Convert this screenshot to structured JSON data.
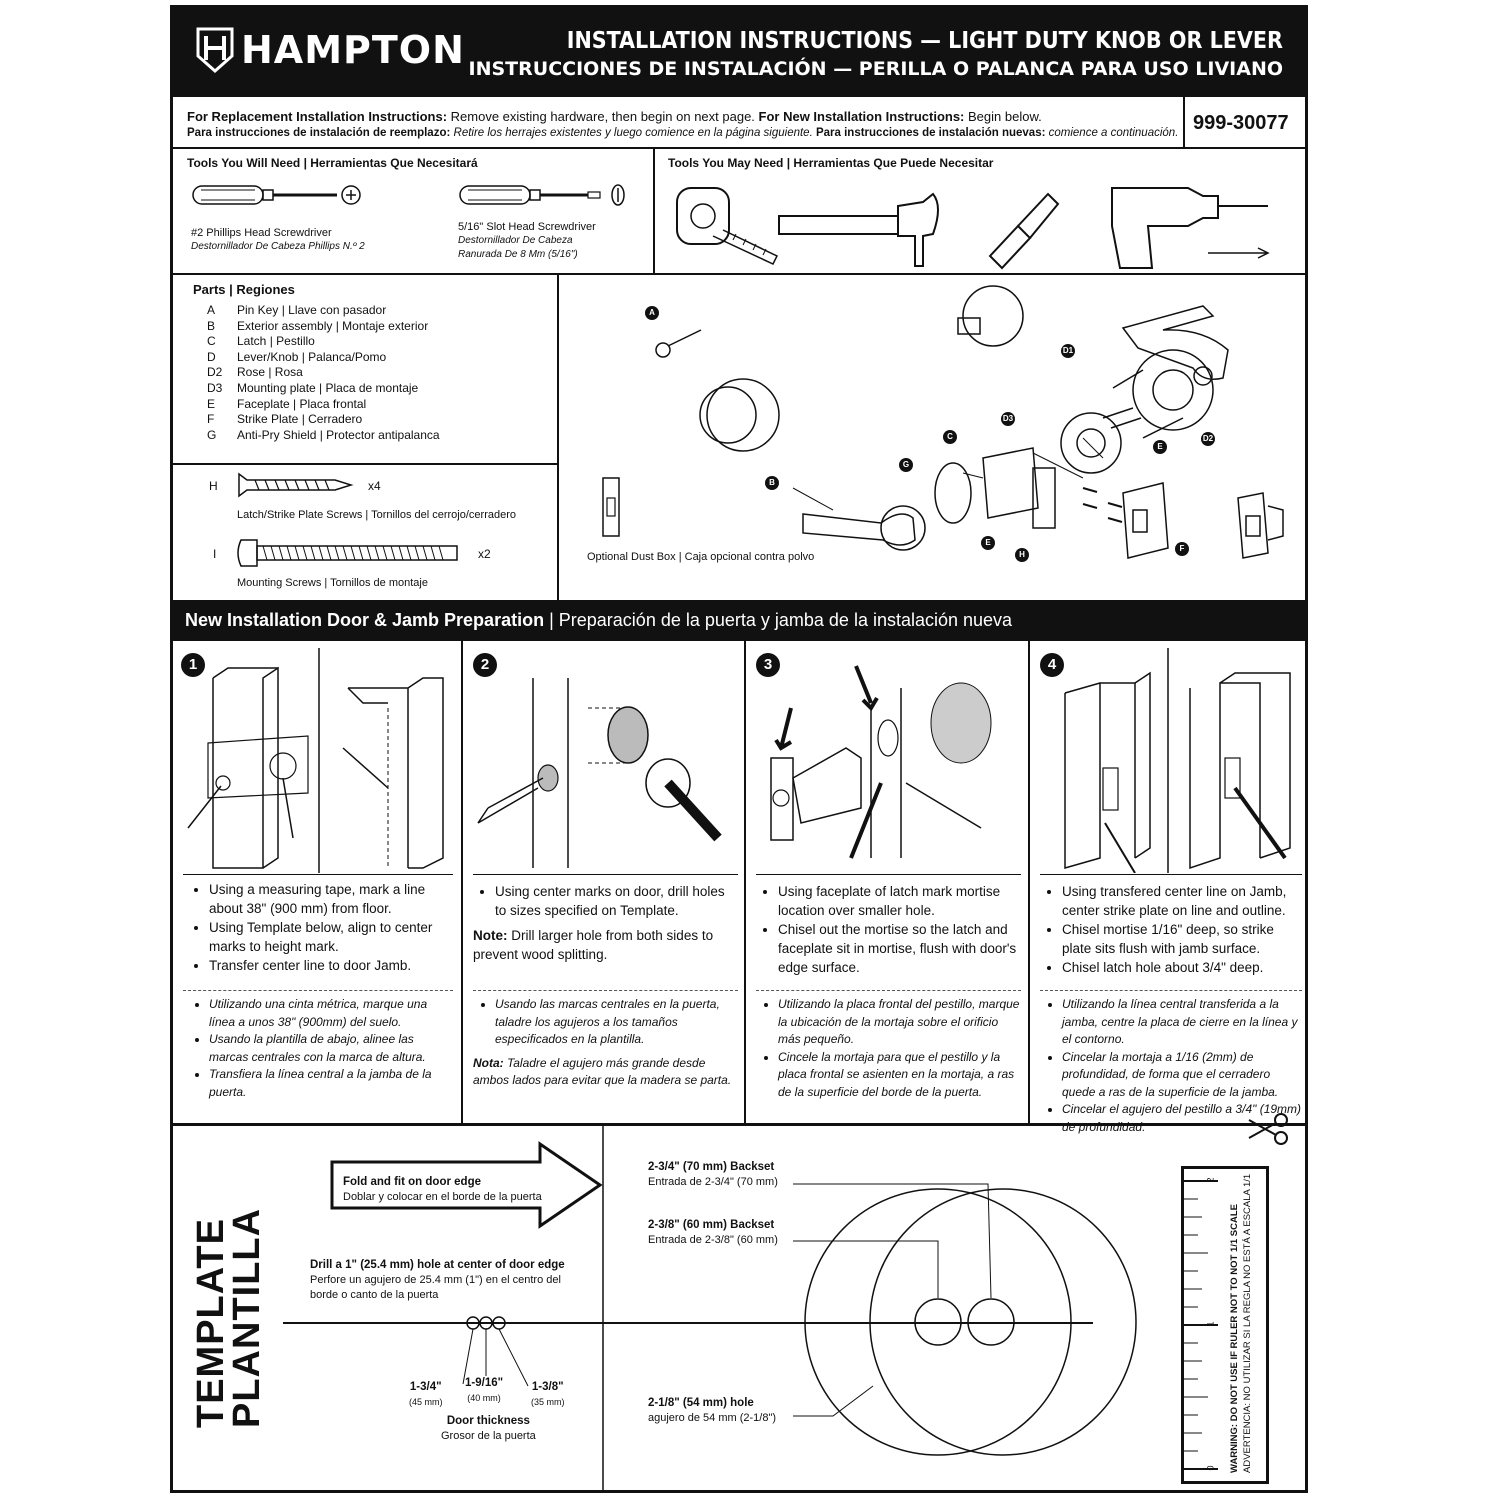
{
  "header": {
    "brand": "HAMPTON",
    "title_en": "INSTALLATION INSTRUCTIONS — LIGHT DUTY KNOB OR LEVER",
    "title_es": "INSTRUCCIONES DE INSTALACIÓN — PERILLA O PALANCA PARA USO LIVIANO"
  },
  "intro": {
    "replacement_label_en": "For Replacement Installation Instructions:",
    "replacement_text_en": " Remove existing hardware, then begin on next page. ",
    "new_label_en": "For New Installation Instructions:",
    "new_text_en": " Begin below.",
    "replacement_label_es": "Para instrucciones de instalación de reemplazo:",
    "replacement_text_es": " Retire los herrajes existentes y luego comience en la página siguiente. ",
    "new_label_es": "Para instrucciones de instalación nuevas:",
    "new_text_es": " comience a continuación.",
    "doc_number": "999-30077"
  },
  "tools_need": {
    "heading": "Tools You Will Need | Herramientas Que Necesitará",
    "phillips_en": "#2 Phillips Head Screwdriver",
    "phillips_es": "Destornillador De Cabeza Phillips N.º 2",
    "slot_en": "5/16\" Slot Head Screwdriver",
    "slot_es_1": "Destornillador De Cabeza",
    "slot_es_2": "Ranurada De 8 Mm (5/16\")"
  },
  "tools_may": {
    "heading": "Tools You May Need | Herramientas Que Puede Necesitar"
  },
  "parts": {
    "heading": "Parts | Regiones",
    "items": [
      {
        "key": "A",
        "label": "Pin Key | Llave con pasador"
      },
      {
        "key": "B",
        "label": "Exterior assembly | Montaje exterior"
      },
      {
        "key": "C",
        "label": "Latch | Pestillo"
      },
      {
        "key": "D",
        "label": "Lever/Knob | Palanca/Pomo"
      },
      {
        "key": "D2",
        "label": "Rose | Rosa"
      },
      {
        "key": "D3",
        "label": "Mounting plate | Placa de montaje"
      },
      {
        "key": "E",
        "label": "Faceplate | Placa frontal"
      },
      {
        "key": "F",
        "label": "Strike Plate | Cerradero"
      },
      {
        "key": "G",
        "label": "Anti-Pry Shield | Protector antipalanca"
      }
    ],
    "screw_h_key": "H",
    "screw_h_qty": "x4",
    "screw_h_label": "Latch/Strike Plate Screws | Tornillos del cerrojo/cerradero",
    "screw_i_key": "I",
    "screw_i_qty": "x2",
    "screw_i_label": "Mounting Screws | Tornillos de montaje"
  },
  "diagram": {
    "badges": [
      "A",
      "D1",
      "D3",
      "C",
      "E",
      "D2",
      "G",
      "B",
      "E",
      "H",
      "F"
    ],
    "dust_box": "Optional Dust Box | Caja opcional contra polvo"
  },
  "section": {
    "title_en": "New Installation Door & Jamb Preparation",
    "separator": " | ",
    "title_es": "Preparación de la puerta y jamba de la instalación nueva"
  },
  "steps": [
    {
      "num": "1",
      "en": [
        "Using a measuring tape, mark a line about 38\" (900 mm) from floor.",
        "Using Template below, align to center marks to height mark.",
        "Transfer center line to door Jamb."
      ],
      "es": [
        "Utilizando una cinta métrica, marque una línea a unos 38\" (900mm) del suelo.",
        "Usando la plantilla de abajo, alinee las marcas centrales con la marca de altura.",
        "Transfiera la línea central a la jamba de la puerta."
      ]
    },
    {
      "num": "2",
      "en": [
        "Using center marks on door, drill holes to sizes specified on Template."
      ],
      "note_label": "Note:",
      "note_text": " Drill larger hole from both sides to prevent wood splitting.",
      "es": [
        "Usando las marcas centrales en la puerta, taladre los agujeros a los tamaños especificados en la plantilla."
      ],
      "note_label_es": "Nota:",
      "note_text_es": " Taladre el agujero más grande desde ambos lados para evitar que la madera se parta."
    },
    {
      "num": "3",
      "en": [
        "Using faceplate of latch mark mortise location over smaller hole.",
        "Chisel out the mortise so the latch and faceplate sit in mortise, flush with door's edge surface."
      ],
      "es": [
        "Utilizando la placa frontal del pestillo, marque la ubicación de la mortaja sobre el orificio más pequeño.",
        "Cincele la mortaja para que el pestillo y la placa frontal se asienten en la mortaja, a ras de la superficie del borde de la puerta."
      ]
    },
    {
      "num": "4",
      "en": [
        "Using transfered center line on Jamb, center strike plate on line and outline.",
        "Chisel mortise 1/16\" deep, so strike plate sits flush with jamb surface.",
        "Chisel latch hole about 3/4\" deep."
      ],
      "es": [
        "Utilizando la línea central transferida a la jamba, centre la placa de cierre en la línea y el contorno.",
        "Cincelar la mortaja a 1/16 (2mm) de profundidad, de forma que el cerradero quede a ras de la superficie de la jamba.",
        "Cincelar el agujero del pestillo a 3/4\" (19mm) de profundidad."
      ]
    }
  ],
  "template": {
    "title_en": "TEMPLATE",
    "title_es": "PLANTILLA",
    "fold_en": "Fold and fit on door edge",
    "fold_es": "Doblar y colocar en el borde de la puerta",
    "drill_en": "Drill a 1\" (25.4 mm) hole at center of door edge",
    "drill_es_1": "Perfore un agujero de 25.4 mm (1\") en el centro del",
    "drill_es_2": "borde o canto de la puerta",
    "thick_a": "1-3/4\"",
    "thick_a_mm": "(45 mm)",
    "thick_b": "1-9/16\"",
    "thick_b_mm": "(40 mm)",
    "thick_c": "1-3/8\"",
    "thick_c_mm": "(35 mm)",
    "thick_en": "Door thickness",
    "thick_es": "Grosor de la puerta",
    "backset_70_en": "2-3/4\" (70 mm) Backset",
    "backset_70_es": "Entrada de 2-3/4\" (70 mm)",
    "backset_60_en": "2-3/8\" (60 mm) Backset",
    "backset_60_es": "Entrada de 2-3/8\" (60 mm)",
    "hole_en": "2-1/8\" (54 mm) hole",
    "hole_es": "agujero de 54 mm (2-1/8\")",
    "ruler_warn_en": "WARNING: DO NOT USE IF RULER NOT TO NOT 1/1 SCALE",
    "ruler_warn_es": "ADVERTENCIA: NO UTILIZAR SI LA REGLA NO ESTÁ A ESCALA 1/1",
    "ruler_ticks": [
      "0",
      "1",
      "2"
    ]
  }
}
